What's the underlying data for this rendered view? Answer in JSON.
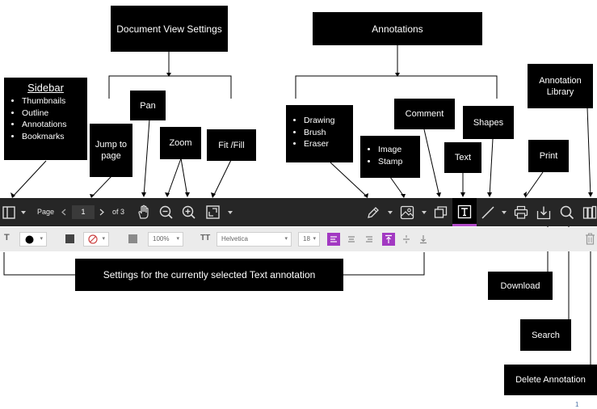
{
  "callouts": {
    "doc_view": "Document View Settings",
    "annotations": "Annotations",
    "sidebar_title": "Sidebar",
    "sidebar_items": [
      "Thumbnails",
      "Outline",
      "Annotations",
      "Bookmarks"
    ],
    "pan": "Pan",
    "jump_to_page": "Jump to page",
    "zoom": "Zoom",
    "fit_fill": "Fit /Fill",
    "drawing_items": [
      "Drawing",
      "Brush",
      "Eraser"
    ],
    "image_items": [
      "Image",
      "Stamp"
    ],
    "comment": "Comment",
    "text": "Text",
    "shapes": "Shapes",
    "annotation_library": "Annotation Library",
    "print": "Print",
    "settings_note": "Settings for the currently selected Text annotation",
    "download": "Download",
    "search": "Search",
    "delete_annotation": "Delete Annotation"
  },
  "toolbar": {
    "page_label": "Page",
    "page_value": "1",
    "page_total": "of 3",
    "icons": [
      "sidebar-toggle-icon",
      "chevron-down-icon",
      "prev-page-icon",
      "next-page-icon",
      "hand-pan-icon",
      "zoom-out-icon",
      "zoom-in-icon",
      "fit-icon",
      "chevron-down-icon",
      "pen-icon",
      "chevron-down-icon",
      "image-icon",
      "chevron-down-icon",
      "comment-icon",
      "text-box-icon",
      "line-icon",
      "chevron-down-icon",
      "print-icon",
      "download-icon",
      "search-icon",
      "library-icon"
    ],
    "active_tool_color": "#b04ac6"
  },
  "settings_bar": {
    "text_tool_icon": "T",
    "color_value": "black",
    "opacity_value": "100%",
    "font_icon": "TT",
    "font_family": "Helvetica",
    "font_size": "18",
    "accent": "#a239c2"
  },
  "footer": {
    "page_number": "1"
  }
}
